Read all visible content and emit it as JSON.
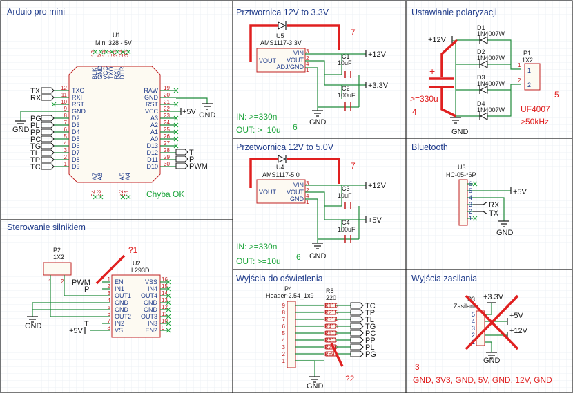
{
  "sections": {
    "arduino": "Arduio pro mini",
    "motor": "Sterowanie silnikiem",
    "conv33": "Prztwornica 12V to 3.3V",
    "conv50": "Przetwornica 12V to 5.0V",
    "outputs": "Wyjścia do oświetlenia",
    "polar": "Ustawianie polaryzacji",
    "bt": "Bluetooth",
    "power": "Wyjścia zasilania"
  },
  "arduino": {
    "ref": "U1",
    "value": "Mini 328 - 5V",
    "top_pins": [
      "18",
      "5",
      "19",
      "17",
      "28",
      "29",
      "30"
    ],
    "top_names": [
      "BLK",
      "GND",
      "VCC",
      "TXO",
      "RXI",
      "DTR"
    ],
    "left": [
      {
        "name": "TXO",
        "num": "12",
        "net": "TX"
      },
      {
        "name": "RXI",
        "num": "11",
        "net": "RX"
      },
      {
        "name": "RST",
        "num": "10",
        "net": ""
      },
      {
        "name": "GND",
        "num": "9",
        "net": ""
      },
      {
        "name": "D2",
        "num": "8",
        "net": "PG"
      },
      {
        "name": "D3",
        "num": "7",
        "net": "PL"
      },
      {
        "name": "D4",
        "num": "6",
        "net": "PP"
      },
      {
        "name": "D5",
        "num": "5",
        "net": "PC"
      },
      {
        "name": "D6",
        "num": "4",
        "net": "TG"
      },
      {
        "name": "D7",
        "num": "3",
        "net": "TL"
      },
      {
        "name": "D8",
        "num": "2",
        "net": "TP"
      },
      {
        "name": "D9",
        "num": "1",
        "net": "TC"
      }
    ],
    "right": [
      {
        "name": "RAW",
        "num": "19"
      },
      {
        "name": "GND",
        "num": "20"
      },
      {
        "name": "RST",
        "num": "21"
      },
      {
        "name": "VCC",
        "num": "22"
      },
      {
        "name": "A3",
        "num": "23"
      },
      {
        "name": "A2",
        "num": "24"
      },
      {
        "name": "A1",
        "num": "25"
      },
      {
        "name": "A0",
        "num": "26"
      },
      {
        "name": "D13",
        "num": "27"
      },
      {
        "name": "D12",
        "num": "28"
      },
      {
        "name": "D11",
        "num": "29"
      },
      {
        "name": "D10",
        "num": "30"
      }
    ],
    "right_nets": {
      "vcc": "+5V",
      "gnd": "GND",
      "d12": "T",
      "d11": "P",
      "d10": "PWM"
    },
    "bottom_pins": [
      "34",
      "33",
      "32",
      "31"
    ],
    "bottom_names": [
      "A7",
      "A6",
      "A5",
      "A4"
    ],
    "gnd_label": "GND",
    "note": "Chyba OK"
  },
  "motor": {
    "conn_ref": "P2",
    "conn_value": "1X2",
    "conn_pins": [
      "1",
      "2"
    ],
    "ic_ref": "U2",
    "ic_value": "L293D",
    "left": [
      {
        "name": "EN",
        "num": "1"
      },
      {
        "name": "IN1",
        "num": "2"
      },
      {
        "name": "OUT1",
        "num": "3"
      },
      {
        "name": "GND",
        "num": "4"
      },
      {
        "name": "GND",
        "num": "5"
      },
      {
        "name": "OUT2",
        "num": "6"
      },
      {
        "name": "IN2",
        "num": "7"
      },
      {
        "name": "VS",
        "num": "8"
      }
    ],
    "right": [
      {
        "name": "VSS",
        "num": "16"
      },
      {
        "name": "IN4",
        "num": "15"
      },
      {
        "name": "OUT4",
        "num": "14"
      },
      {
        "name": "GND",
        "num": "13"
      },
      {
        "name": "GND",
        "num": "12"
      },
      {
        "name": "OUT3",
        "num": "11"
      },
      {
        "name": "IN3",
        "num": "10"
      },
      {
        "name": "EN2",
        "num": "9"
      }
    ],
    "nets": {
      "pwm": "PWM",
      "p": "P",
      "t": "T",
      "v5": "+5V",
      "gnd": "GND"
    },
    "note": "?1"
  },
  "conv33": {
    "diode": "",
    "ref": "U5",
    "value": "AMS1117-3.3V",
    "pins": {
      "vin": "VIN",
      "vout1": "VOUT",
      "vout2": "VOUT",
      "adj": "ADJ/GND",
      "vout_l": "VOUT"
    },
    "nums": {
      "vin": "3",
      "vout1": "2",
      "vout2": "4",
      "adj": "1"
    },
    "c1_ref": "C1",
    "c1_val": "10uF",
    "c2_ref": "C2",
    "c2_val": "100uF",
    "net_in": "+12V",
    "net_out": "+3.3V",
    "gnd": "GND",
    "note_in": "IN: >=330n",
    "note_out": "OUT: >=10u",
    "n6": "6",
    "n7": "7"
  },
  "conv50": {
    "ref": "U4",
    "value": "AMS1117-5.0",
    "pins": {
      "vin": "VIN",
      "vout1": "VOUT",
      "vout2": "VOUT",
      "gnd": "GND",
      "vout_l": "VOUT"
    },
    "nums": {
      "vin": "3",
      "vout1": "2",
      "vout2": "4",
      "gnd": "1"
    },
    "c3_ref": "C3",
    "c3_val": "10uF",
    "c4_ref": "C4",
    "c4_val": "100uF",
    "net_in": "+12V",
    "net_out": "+5V",
    "gnd": "GND",
    "note_in": "IN: >=330n",
    "note_out": "OUT: >=10u",
    "n6": "6",
    "n7": "7"
  },
  "outputs": {
    "conn_ref": "P4",
    "conn_value": "Header-2.54_1x9",
    "conn_pins": [
      "9",
      "8",
      "7",
      "6",
      "5",
      "4",
      "3",
      "2",
      "1"
    ],
    "res_ref": "R8",
    "res_value": "220",
    "res_pins_l": [
      "R1",
      "R2",
      "R3",
      "R4",
      "R5",
      "R6",
      "R7",
      "R8"
    ],
    "res_pins_r": [
      "16",
      "15",
      "14",
      "13",
      "12",
      "11",
      "10",
      "9"
    ],
    "nets": [
      "TC",
      "TP",
      "TL",
      "TG",
      "PC",
      "PP",
      "PL",
      "PG"
    ],
    "gnd": "GND",
    "note": "?2"
  },
  "polar": {
    "net": "+12V",
    "diodes": [
      {
        "ref": "D1",
        "val": "1N4007W"
      },
      {
        "ref": "D2",
        "val": "1N4007W"
      },
      {
        "ref": "D3",
        "val": "1N4007W"
      },
      {
        "ref": "D4",
        "val": "1N4007W"
      }
    ],
    "conn_ref": "P1",
    "conn_value": "1X2",
    "conn_pins": [
      "1",
      "2"
    ],
    "conn_num": [
      "1",
      "2"
    ],
    "gnd": "GND",
    "note_cap": ">=330u",
    "n4": "4",
    "n5": "5",
    "note_uf": "UF4007",
    "note_khz": ">50kHz",
    "plus": "+"
  },
  "bt": {
    "ref": "U3",
    "value": "HC-05-*6P",
    "pins": [
      "6",
      "5",
      "4",
      "3",
      "2",
      "1"
    ],
    "nets": {
      "v5": "+5V",
      "rx": "RX",
      "tx": "TX",
      "gnd": "GND"
    }
  },
  "power": {
    "ref": "P3",
    "value": "Zasilanie",
    "pins": [
      "5",
      "4",
      "3",
      "2",
      "1"
    ],
    "nets": {
      "v33": "+3.3V",
      "v5": "+5V",
      "v12": "+12V",
      "gnd": "GND"
    },
    "n3": "3",
    "note": "GND, 3V3, GND, 5V, GND, 12V, GND"
  }
}
